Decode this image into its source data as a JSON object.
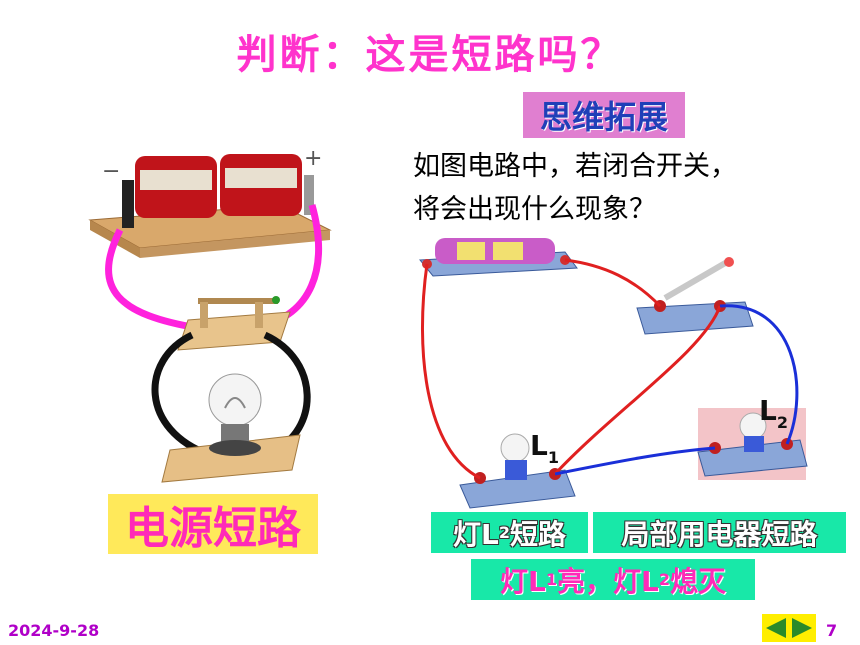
{
  "slide": {
    "title": "判断：这是短路吗？",
    "expand_label": "思维拓展",
    "question_line1": "如图电路中，若闭合开关，",
    "question_line2": "将会出现什么现象？",
    "power_short_label": "电源短路",
    "lamp2_short": {
      "prefix": "灯L",
      "sub": "2",
      "suffix": "短路"
    },
    "local_short_label": "局部用电器短路",
    "result": {
      "p1": "灯L",
      "s1": "1",
      "p2": "亮，灯L",
      "s2": "2",
      "p3": "熄灭"
    },
    "lamp1_label": {
      "text": "L",
      "sub": "1"
    },
    "lamp2_label": {
      "text": "L",
      "sub": "2"
    },
    "battery_minus": "−",
    "battery_plus": "+",
    "date": "2024-9-28",
    "page_number": "7"
  },
  "colors": {
    "title": "#ff33cc",
    "wire_red": "#e02020",
    "wire_blue": "#1a2fd8",
    "wire_magenta": "#ff22dd",
    "label_green": "#18e8a8",
    "label_yellow": "#ffe95a"
  }
}
